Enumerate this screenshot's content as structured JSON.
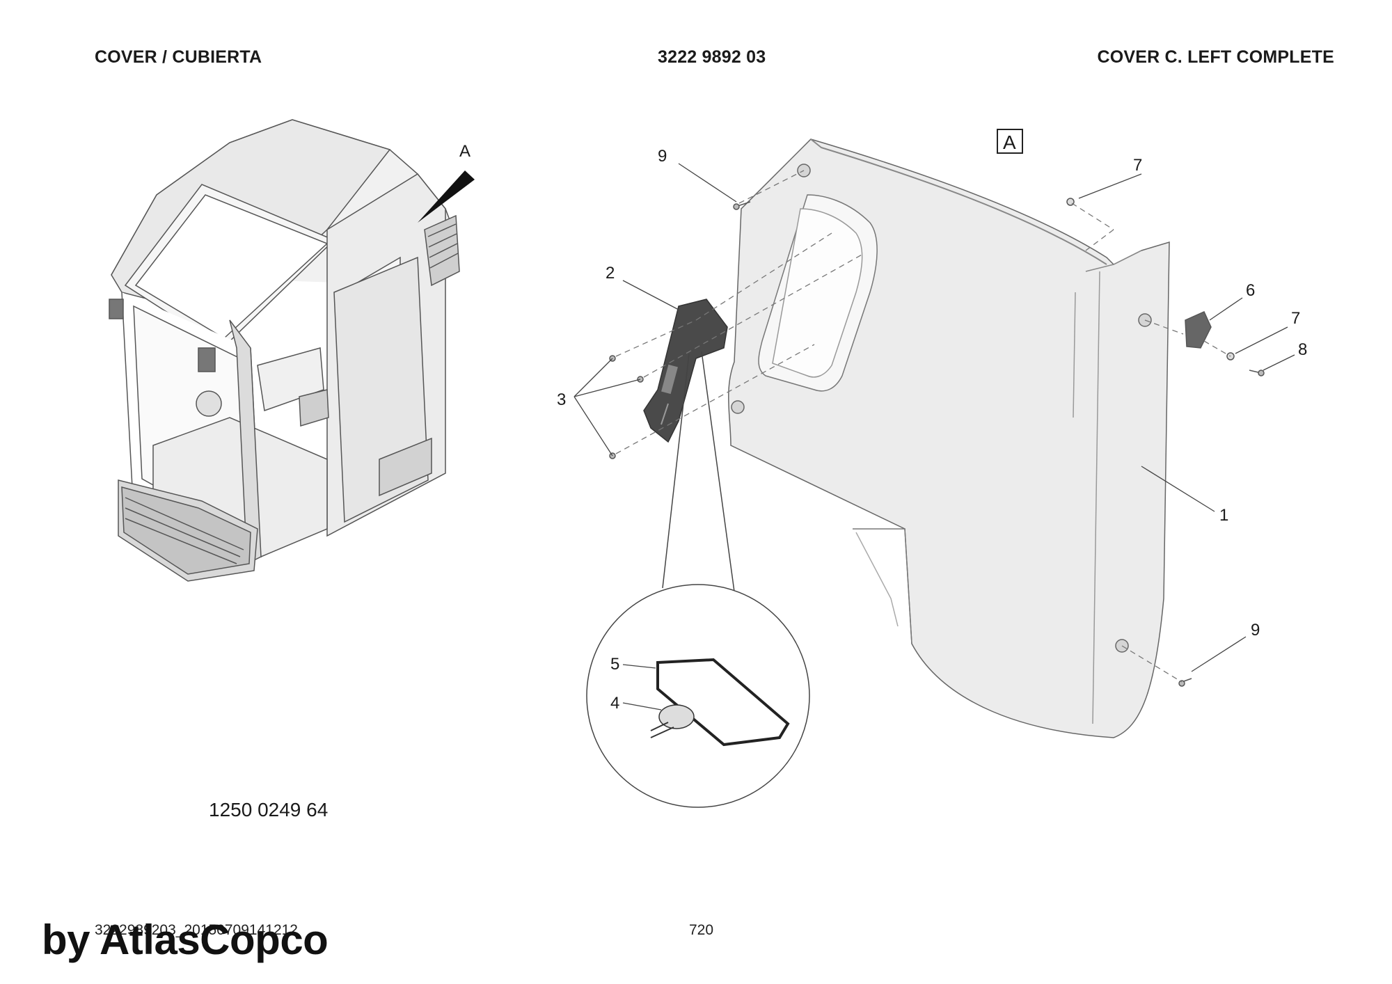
{
  "header": {
    "left": "COVER / CUBIERTA",
    "center": "3222 9892 03",
    "right": "COVER C. LEFT COMPLETE"
  },
  "view_marker": "A",
  "detail_box_label": "A",
  "part_number": "1250 0249 64",
  "footer": {
    "code": "3222989203_20150709141212",
    "page": "720",
    "watermark": "by AtlasCopco"
  },
  "callouts": {
    "c1": "1",
    "c2": "2",
    "c3": "3",
    "c4": "4",
    "c5": "5",
    "c6": "6",
    "c7a": "7",
    "c7b": "7",
    "c8": "8",
    "c9a": "9",
    "c9b": "9"
  }
}
